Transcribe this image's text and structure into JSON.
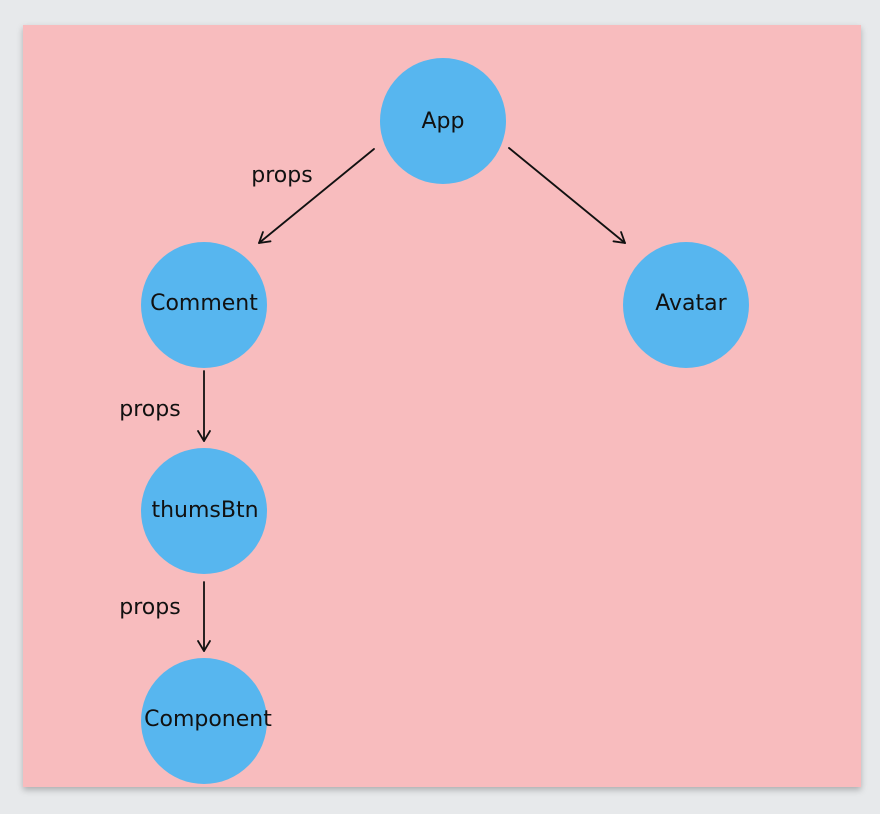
{
  "colors": {
    "page_background": "#e7e9eb",
    "canvas_background": "#f8bcbe",
    "node_fill": "#57b6ef",
    "line": "#111111"
  },
  "nodes": {
    "app": "App",
    "comment": "Comment",
    "avatar": "Avatar",
    "thumbsbtn": "thumsBtn",
    "component": "Component"
  },
  "edges": {
    "app_to_comment": "props",
    "comment_to_thumbsbtn": "props",
    "thumbsbtn_to_component": "props"
  }
}
